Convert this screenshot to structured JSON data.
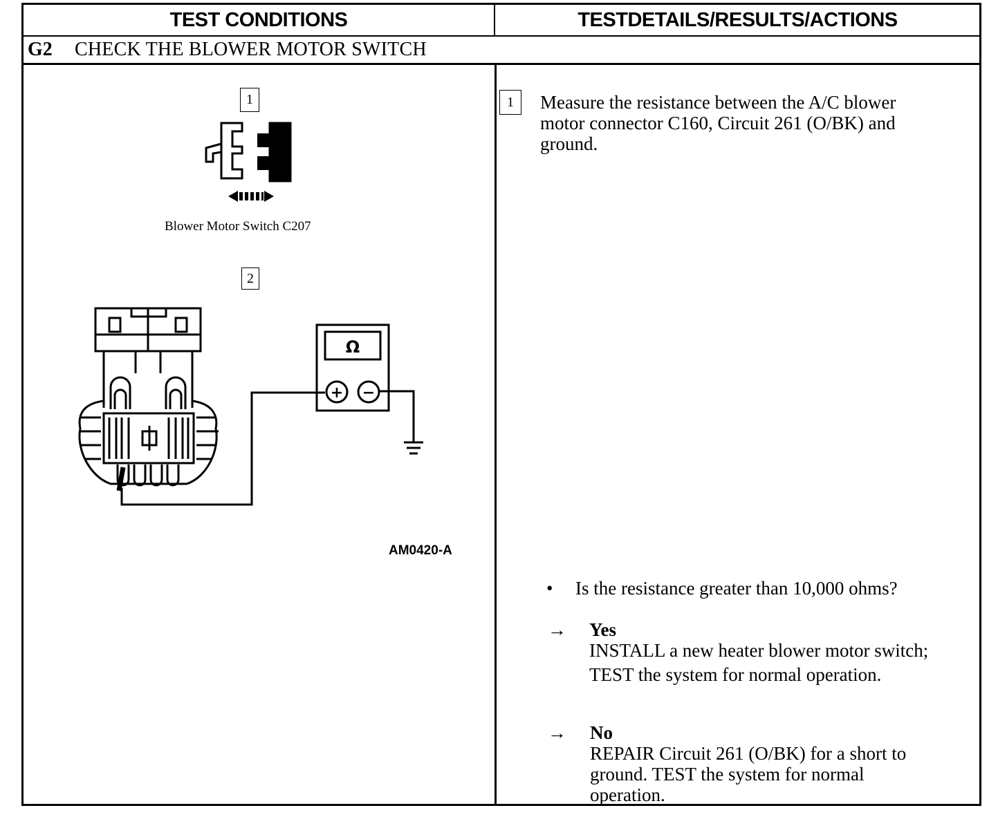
{
  "header": {
    "left_title": "TEST CONDITIONS",
    "right_title": "TESTDETAILS/RESULTS/ACTIONS"
  },
  "step": {
    "id": "G2",
    "title": "CHECK THE BLOWER MOTOR SWITCH"
  },
  "figure": {
    "callout_1": "1",
    "caption_1": "Blower Motor Switch C207",
    "callout_2": "2",
    "meter_symbol": "Ω",
    "meter_plus": "+",
    "meter_minus": "−",
    "figure_id": "AM0420-A"
  },
  "details": {
    "step_number": "1",
    "instruction_lines": [
      "Measure the resistance between the A/C blower",
      "motor connector C160, Circuit 261 (O/BK) and",
      "ground."
    ],
    "bullet": "•",
    "question": "Is the resistance greater than 10,000 ohms?",
    "arrow": "→",
    "yes": {
      "label": "Yes",
      "lines": [
        "INSTALL a new heater blower motor switch;",
        "TEST the system for normal operation."
      ]
    },
    "no": {
      "label": "No",
      "lines": [
        "REPAIR Circuit 261 (O/BK) for a short to",
        "ground. TEST the system for normal",
        "operation."
      ]
    }
  }
}
